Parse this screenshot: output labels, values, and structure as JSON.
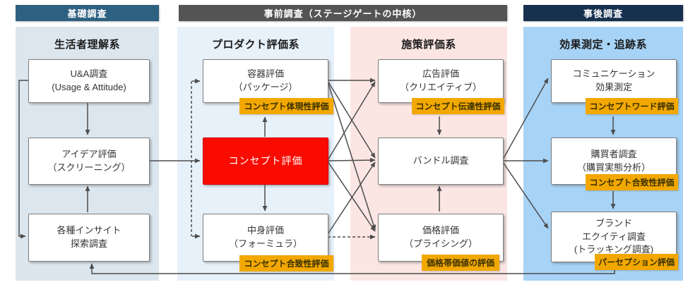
{
  "headers": [
    {
      "label": "基礎調査"
    },
    {
      "label": "事前調査（ステージゲートの中核）"
    },
    {
      "label": "事後調査"
    }
  ],
  "columns": [
    {
      "title": "生活者理解系",
      "boxes": [
        {
          "label": "U&A調査\n(Usage & Attitude)"
        },
        {
          "label": "アイデア評価\n（スクリーニング）"
        },
        {
          "label": "各種インサイト\n探索調査"
        }
      ]
    },
    {
      "title": "プロダクト評価系",
      "boxes": [
        {
          "label": "容器評価\n（パッケージ）",
          "tag": "コンセプト体現性評価"
        },
        {
          "label": "コンセプト評価",
          "highlight": true
        },
        {
          "label": "中身評価\n（フォーミュラ）",
          "tag": "コンセプト合致性評価"
        }
      ]
    },
    {
      "title": "施策評価系",
      "boxes": [
        {
          "label": "広告評価\n（クリエイティブ）",
          "tag": "コンセプト伝達性評価"
        },
        {
          "label": "バンドル調査"
        },
        {
          "label": "価格評価\n（プライシング）",
          "tag": "価格帯価値の評価"
        }
      ]
    },
    {
      "title": "効果測定・追跡系",
      "boxes": [
        {
          "label": "コミュニケーション\n効果測定",
          "tag": "コンセプトワード評価"
        },
        {
          "label": "購買者調査\n（購買実態分析）",
          "tag": "コンセプト合致性評価"
        },
        {
          "label": "ブランド\nエクイティ調査\n(トラッキング調査)",
          "tag": "パーセプション評価"
        }
      ]
    }
  ],
  "colors": {
    "header_basic": "#2E6080",
    "header_pre": "#545454",
    "header_post": "#16304E",
    "column_bg_1": "#DCE6EE",
    "column_bg_2": "#E7F1FA",
    "column_bg_3": "#FBE6E3",
    "column_bg_4": "#A7D3F6",
    "highlight_box": "#F90B00",
    "tag_bg": "#F2A800",
    "arrow": "#4D4D4D"
  }
}
